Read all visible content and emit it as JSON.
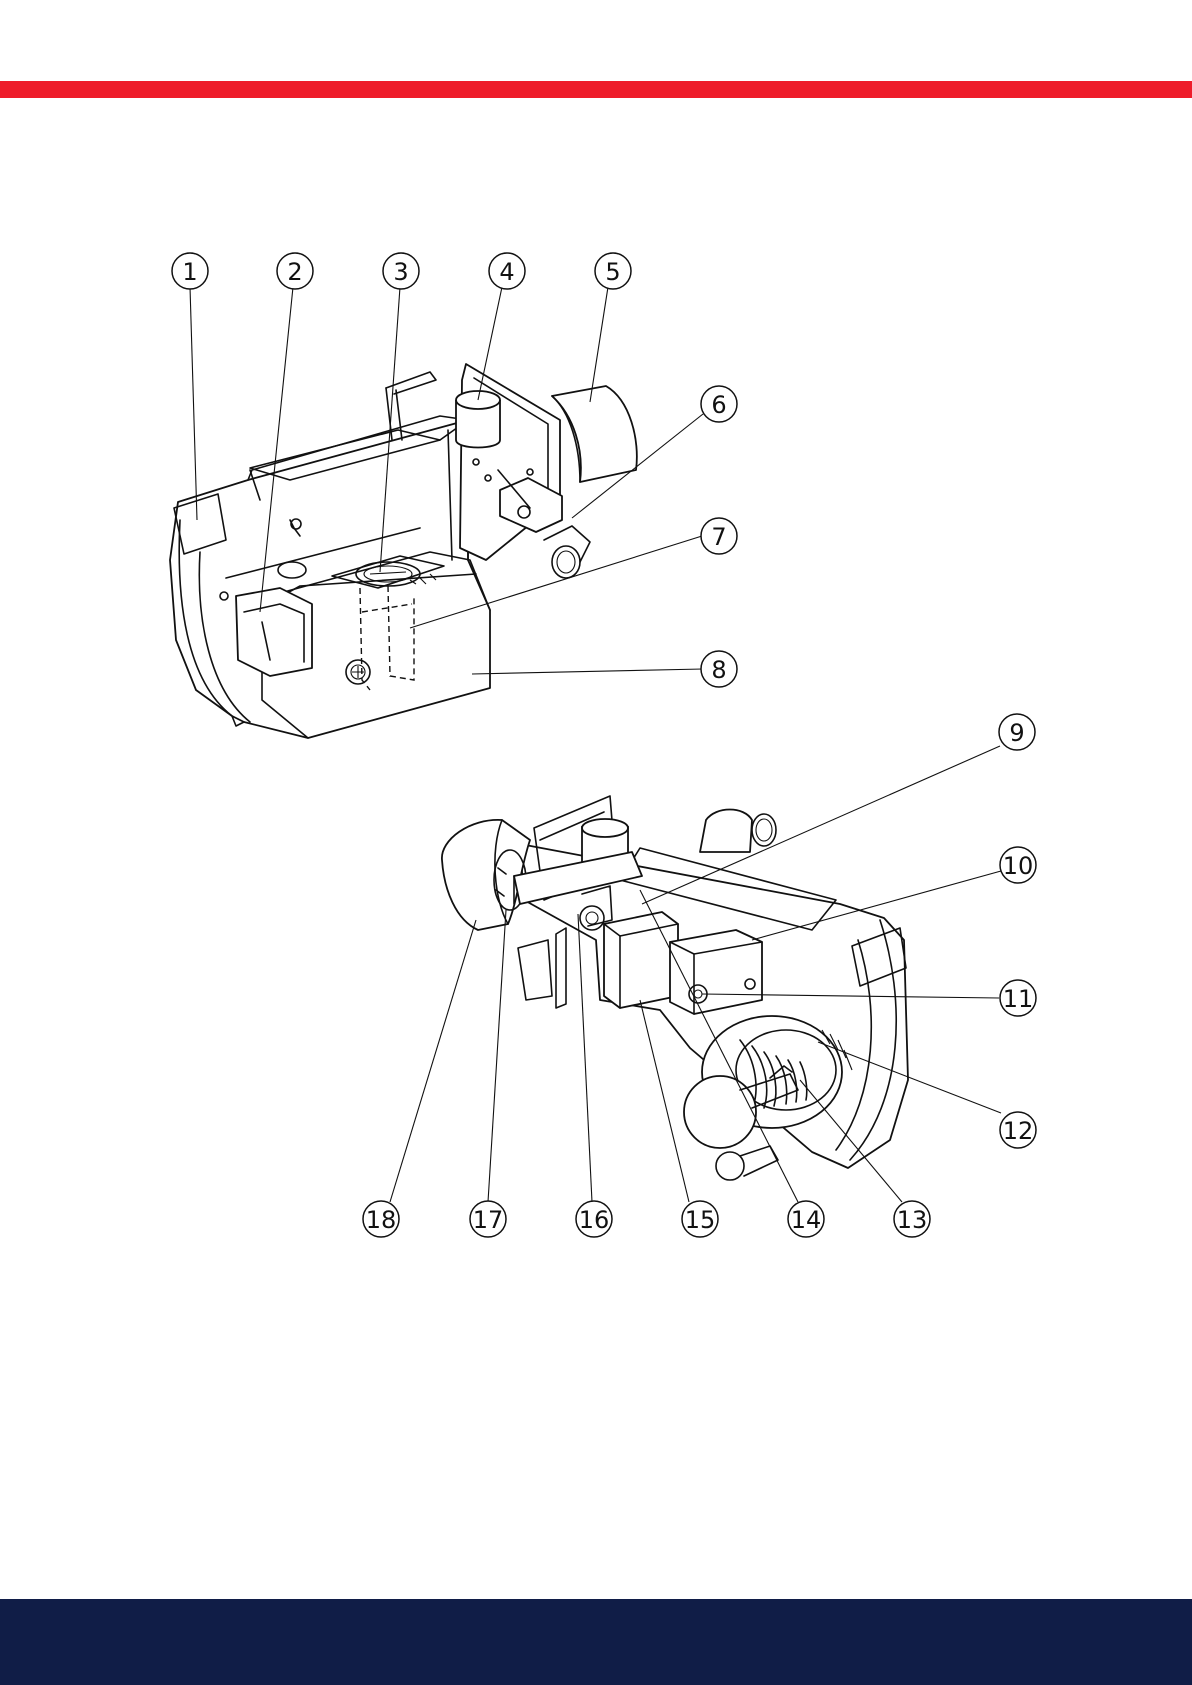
{
  "colors": {
    "top_band": "#ee1c2a",
    "footer_band": "#101d47",
    "line": "#111111"
  },
  "callouts": [
    {
      "id": "1",
      "label": "1"
    },
    {
      "id": "2",
      "label": "2"
    },
    {
      "id": "3",
      "label": "3"
    },
    {
      "id": "4",
      "label": "4"
    },
    {
      "id": "5",
      "label": "5"
    },
    {
      "id": "6",
      "label": "6"
    },
    {
      "id": "7",
      "label": "7"
    },
    {
      "id": "8",
      "label": "8"
    },
    {
      "id": "9",
      "label": "9"
    },
    {
      "id": "10",
      "label": "10"
    },
    {
      "id": "11",
      "label": "11"
    },
    {
      "id": "12",
      "label": "12"
    },
    {
      "id": "13",
      "label": "13"
    },
    {
      "id": "14",
      "label": "14"
    },
    {
      "id": "15",
      "label": "15"
    },
    {
      "id": "16",
      "label": "16"
    },
    {
      "id": "17",
      "label": "17"
    },
    {
      "id": "18",
      "label": "18"
    }
  ]
}
